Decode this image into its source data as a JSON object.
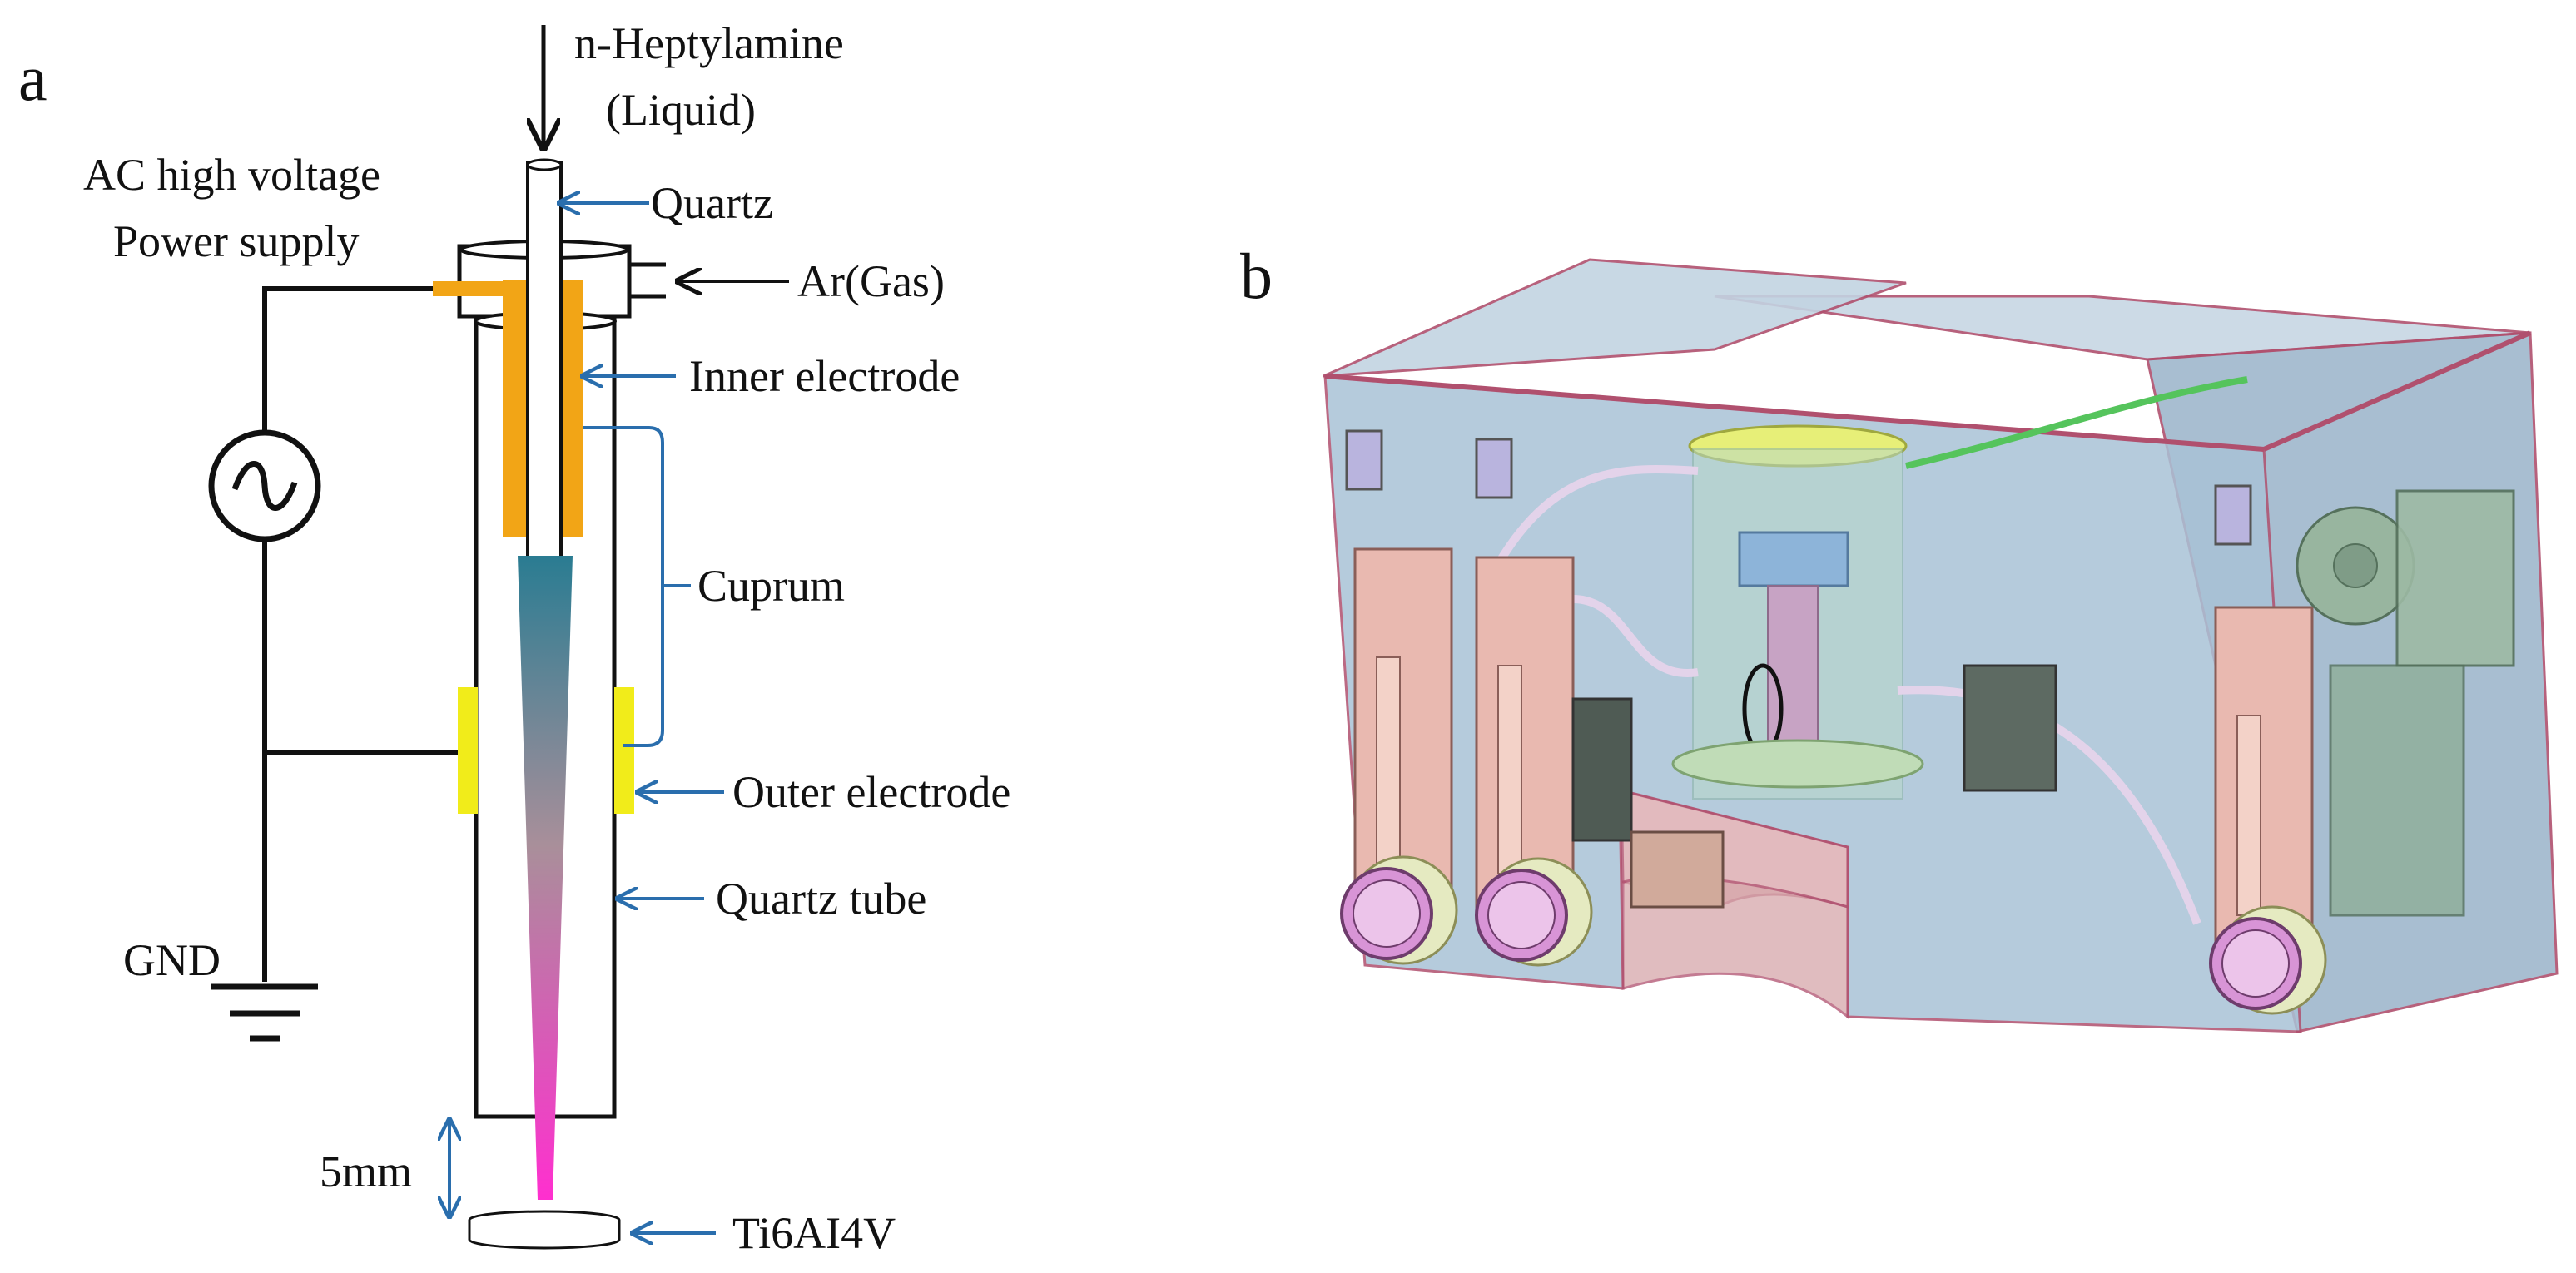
{
  "panels": {
    "a": {
      "letter": "a",
      "labels": {
        "precursor_line1": "n-Heptylamine",
        "precursor_line2": "(Liquid)",
        "power_line1": "AC high voltage",
        "power_line2": "Power supply",
        "quartz": "Quartz",
        "gas": "Ar(Gas)",
        "inner_electrode": "Inner electrode",
        "cuprum": "Cuprum",
        "outer_electrode": "Outer electrode",
        "quartz_tube": "Quartz tube",
        "ground": "GND",
        "gap": "5mm",
        "substrate": "Ti6AI4V"
      }
    },
    "b": {
      "letter": "b"
    }
  },
  "colors": {
    "line": "#111111",
    "callout": "#2a6ead",
    "electrode_copper": "#f2a516",
    "electrode_outer": "#f1ec1a",
    "plasma_top": "#2a7c92",
    "plasma_mid": "#a98f9a",
    "plasma_bottom": "#ff2fcf",
    "housing_fill": "#a9c2d6",
    "housing_edge": "#b0506e",
    "knob": "#d894d6",
    "flowmeter": "#e9b9b0"
  },
  "icons": {
    "ac_source": "ac-source-icon",
    "ground": "ground-icon"
  }
}
